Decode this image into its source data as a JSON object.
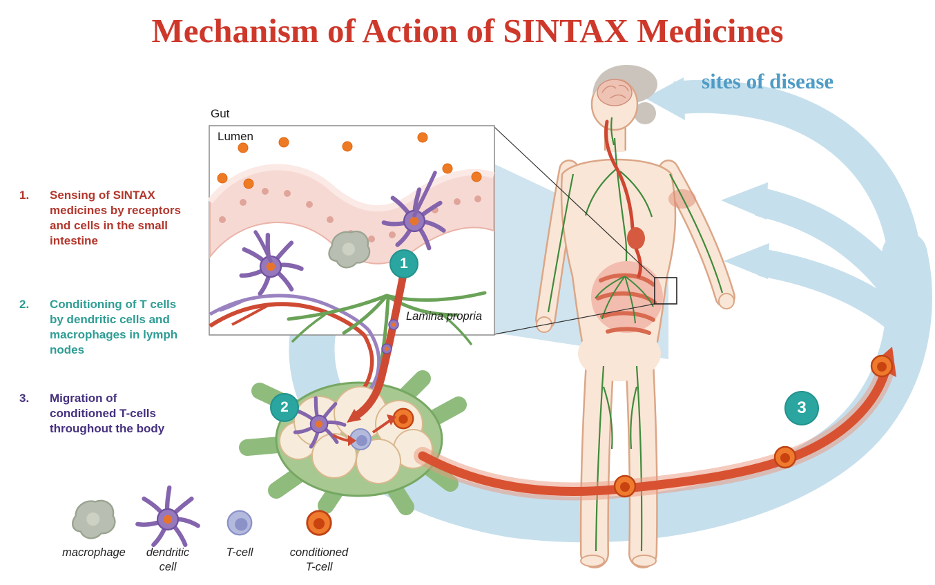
{
  "title": "Mechanism of Action of SINTAX Medicines",
  "sites_of_disease_label": "sites of disease",
  "steps": [
    {
      "num": "1.",
      "text": "Sensing of SINTAX medicines by receptors and cells in the small intestine"
    },
    {
      "num": "2.",
      "text": "Conditioning of T cells by dendritic cells and macrophages in lymph nodes"
    },
    {
      "num": "3.",
      "text": "Migration of conditioned T-cells throughout the body"
    }
  ],
  "inset": {
    "gut_label": "Gut",
    "lumen_label": "Lumen",
    "lamina_propria_label": "Lamina propria"
  },
  "markers": {
    "step1": "1",
    "step2": "2",
    "step3": "3"
  },
  "legend": [
    {
      "label": "macrophage"
    },
    {
      "label": "dendritic\ncell"
    },
    {
      "label": "T-cell"
    },
    {
      "label": "conditioned\nT-cell"
    }
  ],
  "colors": {
    "title_red": "#ce382b",
    "sites_blue": "#4e9cc6",
    "step1_red": "#b2362c",
    "step2_teal": "#2e9d94",
    "step3_purple": "#45307e",
    "marker_teal": "#2ba5a0",
    "swoosh_blue": "#c6dfec",
    "medicine_orange": "#ee7a23",
    "arrow_red": "#d85232",
    "lymph_green": "#3f8a3c",
    "dendritic_purple": "#9678bc",
    "tcell_lavender": "#b4badd",
    "macrophage_grey": "#b8beb1",
    "skin": "#f9e6d6"
  }
}
